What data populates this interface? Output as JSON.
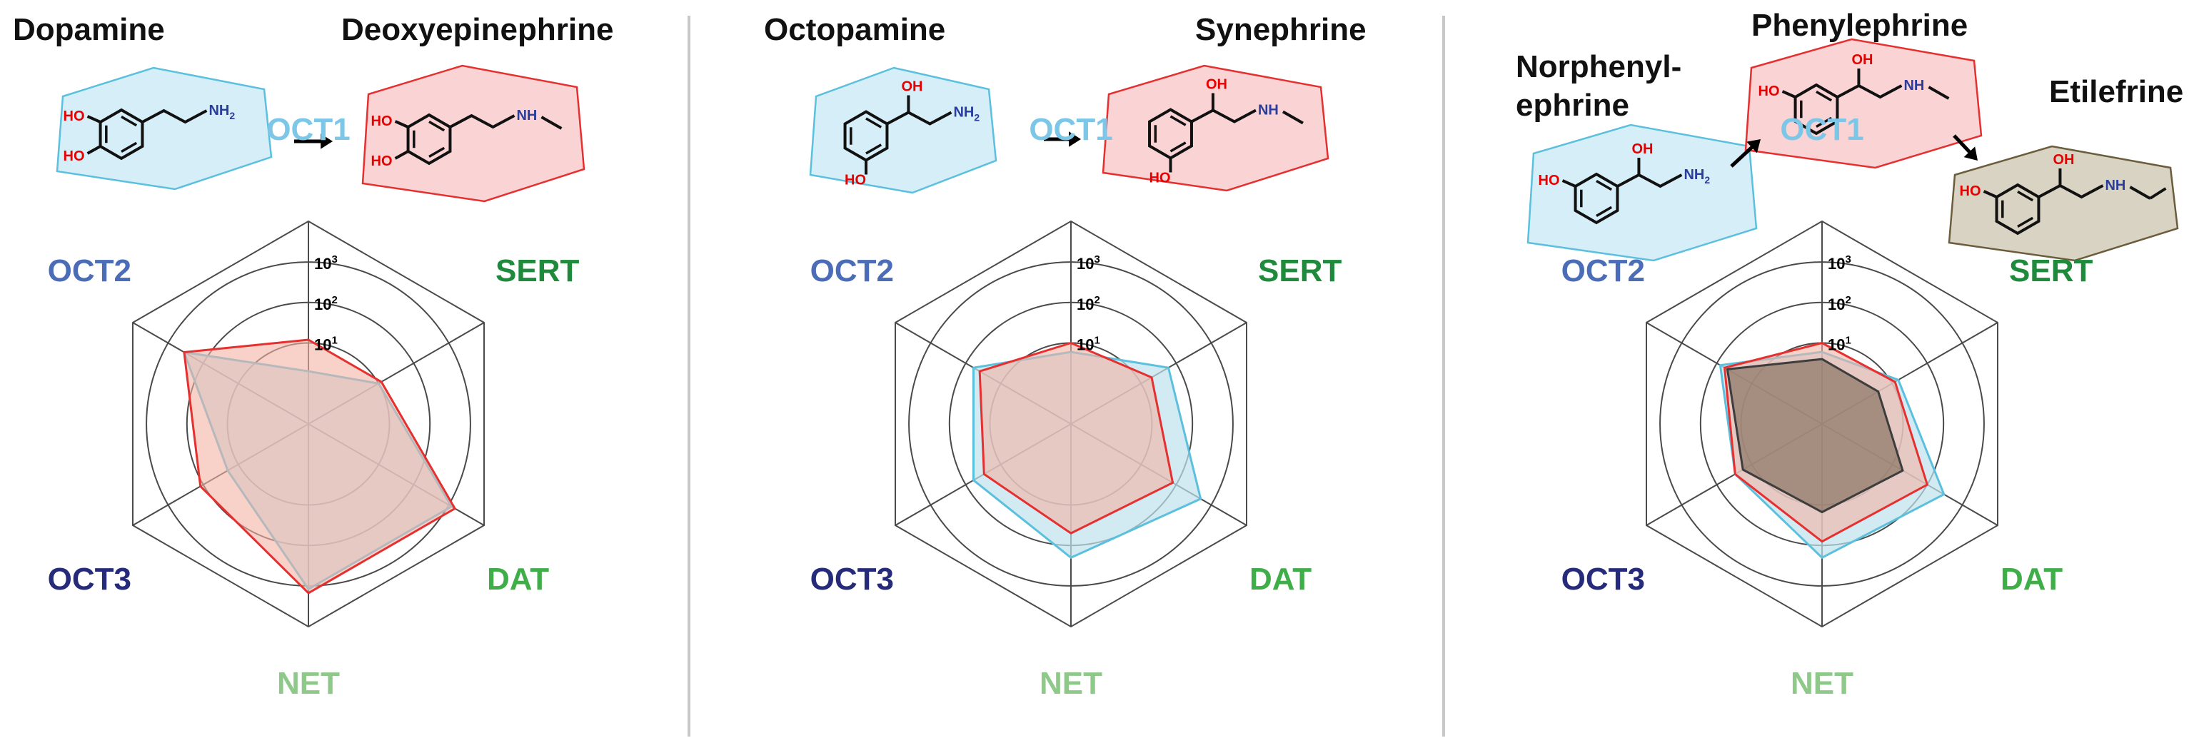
{
  "panels": [
    {
      "molecules": [
        {
          "name": "Dopamine",
          "fill": "#d6eef7",
          "stroke": "#5bc0de",
          "amine": "NH2"
        },
        {
          "name": "Deoxyepinephrine",
          "fill": "#fad4d4",
          "stroke": "#e63030",
          "amine": "NH"
        }
      ]
    },
    {
      "molecules": [
        {
          "name": "Octopamine",
          "fill": "#d6eef7",
          "stroke": "#5bc0de",
          "amine": "NH2"
        },
        {
          "name": "Synephrine",
          "fill": "#fad4d4",
          "stroke": "#e63030",
          "amine": "NH"
        }
      ]
    },
    {
      "molecules": [
        {
          "name": "Norphenyl-\nephrine",
          "fill": "#d6eef7",
          "stroke": "#5bc0de",
          "amine": "NH2"
        },
        {
          "name": "Phenylephrine",
          "fill": "#fad4d4",
          "stroke": "#e63030",
          "amine": "NH"
        },
        {
          "name": "Etilefrine",
          "fill": "#d9d3c3",
          "stroke": "#6b5d3b",
          "amine": "NH"
        }
      ]
    }
  ],
  "atoms": {
    "hydroxyl": "HO",
    "oh": "OH",
    "amine_h2": "NH2",
    "amine_h": "NH"
  },
  "colors": {
    "oxygen": "#e60000",
    "nitrogen": "#2a3d9c",
    "OCT1": "#7cc7e8",
    "OCT2": "#4b6cb7",
    "SERT": "#1f8a3c",
    "DAT": "#3fae49",
    "NET": "#8ec98a",
    "OCT3": "#252b7a"
  },
  "chart_data": [
    {
      "type": "radar",
      "scale": "log",
      "tick_labels": [
        "10^1",
        "10^2",
        "10^3"
      ],
      "axes": [
        "OCT1",
        "SERT",
        "DAT",
        "NET",
        "OCT3",
        "OCT2"
      ],
      "series": [
        {
          "color": "#5bc0de",
          "fill": "#bfe2ee",
          "values": [
            2,
            10,
            1200,
            1200,
            20,
            350
          ]
        },
        {
          "color": "#e63030",
          "fill": "#f4b3a4",
          "values": [
            12,
            12,
            1500,
            1500,
            120,
            350
          ]
        }
      ]
    },
    {
      "type": "radar",
      "scale": "log",
      "tick_labels": [
        "10^1",
        "10^2",
        "10^3"
      ],
      "axes": [
        "OCT1",
        "SERT",
        "DAT",
        "NET",
        "OCT3",
        "OCT2"
      ],
      "series": [
        {
          "color": "#5bc0de",
          "fill": "#bfe2ee",
          "values": [
            6,
            60,
            500,
            200,
            60,
            60
          ]
        },
        {
          "color": "#e63030",
          "fill": "#f4b3a4",
          "values": [
            10,
            20,
            80,
            50,
            30,
            40
          ]
        }
      ]
    },
    {
      "type": "radar",
      "scale": "log",
      "tick_labels": [
        "10^1",
        "10^2",
        "10^3"
      ],
      "axes": [
        "OCT1",
        "SERT",
        "DAT",
        "NET",
        "OCT3",
        "OCT2"
      ],
      "series": [
        {
          "color": "#5bc0de",
          "fill": "#bfe2ee",
          "values": [
            6,
            15,
            300,
            200,
            30,
            80
          ]
        },
        {
          "color": "#e63030",
          "fill": "#f4b3a4",
          "values": [
            10,
            12,
            100,
            80,
            30,
            60
          ]
        },
        {
          "color": "#3d3d3d",
          "fill": "#7a6651",
          "values": [
            4,
            4,
            20,
            15,
            18,
            50
          ]
        }
      ]
    }
  ]
}
